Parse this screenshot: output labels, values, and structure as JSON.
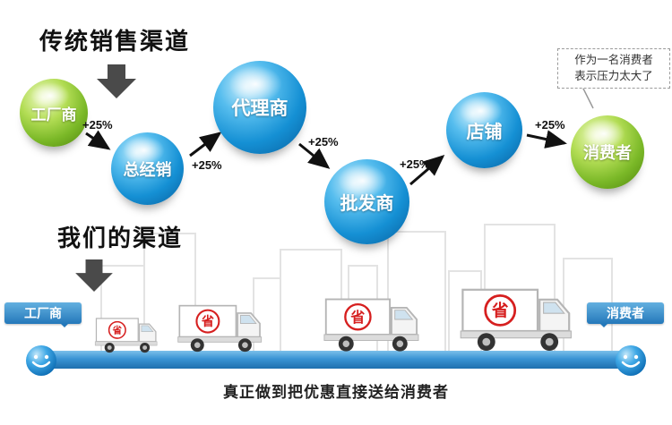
{
  "titles": {
    "traditional": "传统销售渠道",
    "ours": "我们的渠道"
  },
  "chain": {
    "increment_label": "+25%",
    "nodes": [
      {
        "label": "工厂商",
        "color": "green"
      },
      {
        "label": "总经销",
        "color": "blue"
      },
      {
        "label": "代理商",
        "color": "blue"
      },
      {
        "label": "批发商",
        "color": "blue"
      },
      {
        "label": "店铺",
        "color": "blue"
      },
      {
        "label": "消费者",
        "color": "green"
      }
    ]
  },
  "speech_bubble": {
    "line1": "作为一名消费者",
    "line2": "表示压力太大了"
  },
  "our_channel": {
    "factory_tag": "工厂商",
    "consumer_tag": "消费者",
    "truck_stamp": "省",
    "caption": "真正做到把优惠直接送给消费者"
  },
  "colors": {
    "sphere_blue": "#1590d4",
    "sphere_green": "#7ab827",
    "bar_blue": "#3a94d4",
    "stamp_red": "#d61f1f",
    "arrow_dark": "#4a4a4a"
  }
}
